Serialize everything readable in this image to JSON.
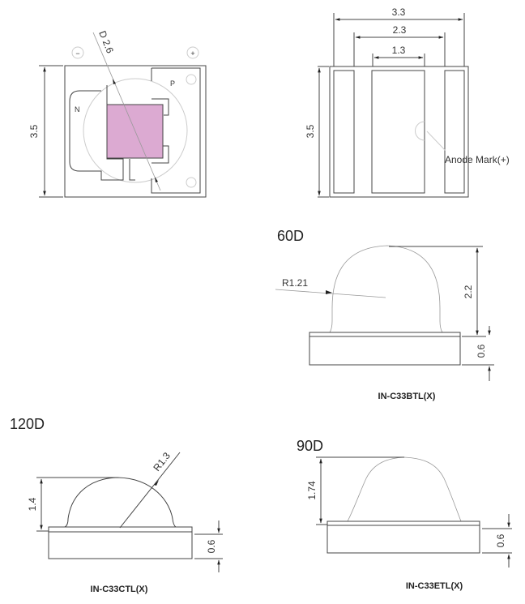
{
  "top_view": {
    "minus_symbol": "−",
    "plus_symbol": "+",
    "diameter_label": "D 2.6",
    "height_label": "3.5",
    "n_label": "N",
    "p_label": "P",
    "chip_color": "#dcaad2"
  },
  "bottom_view": {
    "width_outer": "3.3",
    "width_middle": "2.3",
    "width_inner": "1.3",
    "height_label": "3.5",
    "anode_mark_label": "Anode Mark(+)"
  },
  "lens_60d": {
    "title": "60D",
    "radius_label": "R1.21",
    "dome_height": "2.2",
    "base_height": "0.6",
    "model": "IN-C33BTL(X)"
  },
  "lens_120d": {
    "title": "120D",
    "radius_label": "R1.3",
    "dome_height": "1.4",
    "base_height": "0.6",
    "model": "IN-C33CTL(X)"
  },
  "lens_90d": {
    "title": "90D",
    "dome_height": "1.74",
    "base_height": "0.6",
    "model": "IN-C33ETL(X)"
  }
}
